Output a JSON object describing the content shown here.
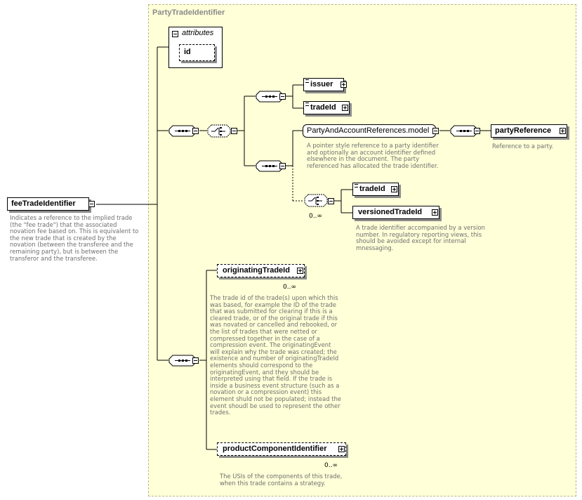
{
  "diagram": {
    "group_title": "PartyTradeIdentifier",
    "attributes_label": "attributes",
    "attribute_id": "id",
    "root": {
      "name": "feeTradeIdentifier",
      "doc": "Indicates a reference to the implied trade\n(the \"fee trade\") that the associated\nnovation fee based on. This is equivalent to\nthe new trade that is created by the\nnovation (between the transferee and the\nremaining party), but is between the\ntransferor and the transferee."
    },
    "issuer": "issuer",
    "tradeId_top": "tradeId",
    "party_model": {
      "name": "PartyAndAccountReferences.model",
      "doc": "A pointer style reference to a party identifier\nand optionally an account identifier defined\nelsewhere in the document. The party\nreferenced has allocated the trade identifier."
    },
    "party_reference": {
      "name": "partyReference",
      "doc": "Reference to a party."
    },
    "tradeId_lower": "tradeId",
    "versioned_trade_id": {
      "name": "versionedTradeId",
      "doc": "A trade identifier accompanied by a version\nnumber. In regulatory reporting views, this\nshould be avoided except for internal\nmnessaging."
    },
    "choice_occurrence": "0..∞",
    "originating_trade_id": {
      "name": "originatingTradeId",
      "occurrence": "0..∞",
      "doc": "The trade id of the trade(s) upon which this\nwas based, for example the ID of the trade\nthat was submitted for clearing if this is a\ncleared trade, or of the original trade if this\nwas novated or cancelled and rebooked, or\nthe list of trades that were netted or\ncompressed together in the case of a\ncompression event. The originatingEvent\nwill explain why the trade was created; the\nexistence and number of originatingTradeId\nelements should correspond to the\noriginatingEvent, and they should be\ninterpreted using that field. If the trade is\ninside a business event structure (such as a\nnovation or a compression event) this\nelement shuld not be populated; instead the\nevent shoudl be used to represent the other\ntrades."
    },
    "product_component_identifier": {
      "name": "productComponentIdentifier",
      "occurrence": "0..∞",
      "doc": "The USIs of the components of this trade,\nwhen this trade contains a strategy."
    },
    "colors": {
      "group_fill": "#ffffd8",
      "group_border": "#b8b888",
      "doc_text": "#6f6f6f",
      "line": "#000000"
    }
  }
}
